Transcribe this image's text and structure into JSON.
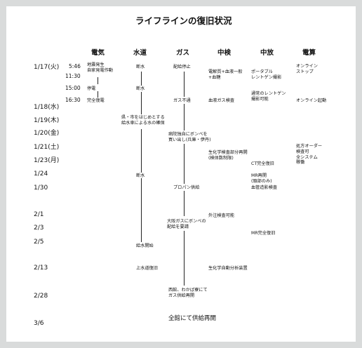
{
  "title": "ライフラインの復旧状況",
  "headers": [
    "電気",
    "水道",
    "ガス",
    "中検",
    "中放",
    "電算"
  ],
  "dates": [
    "1/17(火)",
    "1/18(水)",
    "1/19(木)",
    "1/20(金)",
    "1/21(土)",
    "1/23(月)",
    "1/24",
    "1/30",
    "2/1",
    "2/3",
    "2/5",
    "2/13",
    "2/28",
    "3/6"
  ],
  "times": [
    "5:46",
    "11:30",
    "15:00",
    "16:30"
  ],
  "events": {
    "elec_1": "地震発生\n自家発電作動",
    "elec_2": "停電",
    "elec_3": "完全復電",
    "water_1": "断水",
    "water_2": "断水",
    "water_3": "県・市をはじめとする\n給水車による水の確保",
    "water_4": "断水",
    "water_5": "給水開始",
    "water_6": "上水道復旧",
    "gas_1": "配給停止",
    "gas_2": "ガス不通",
    "gas_3": "病院独自にボンベを\n買い出し(兵庫・伊丹)",
    "gas_4": "プロパン供給",
    "gas_5": "大阪ガスにボンベの\n配給を要請",
    "gas_6": "西館、わかば寮にて\nガス供給再開",
    "lab_1": "電解質+血液一般\n+血糖",
    "lab_2": "血液ガス検査",
    "lab_3": "生化学検査部分再開\n(検体数制限)",
    "lab_4": "外注検査可能",
    "lab_5": "生化学自動分析装置",
    "rad_1": "ポータブル\nレントゲン撮影",
    "rad_2": "通常のレントゲン\n撮影可能",
    "rad_3": "CT完全復旧",
    "rad_4": "MR再開\n(頭部のみ)",
    "rad_5": "血管造影検査",
    "rad_6": "MR完全復旧",
    "comp_1": "オンライン\nストップ",
    "comp_2": "オンライン起動",
    "comp_3": "処方オーダー\n検査可\n全システム\n稼働"
  },
  "footer": "全館にて供給再開"
}
